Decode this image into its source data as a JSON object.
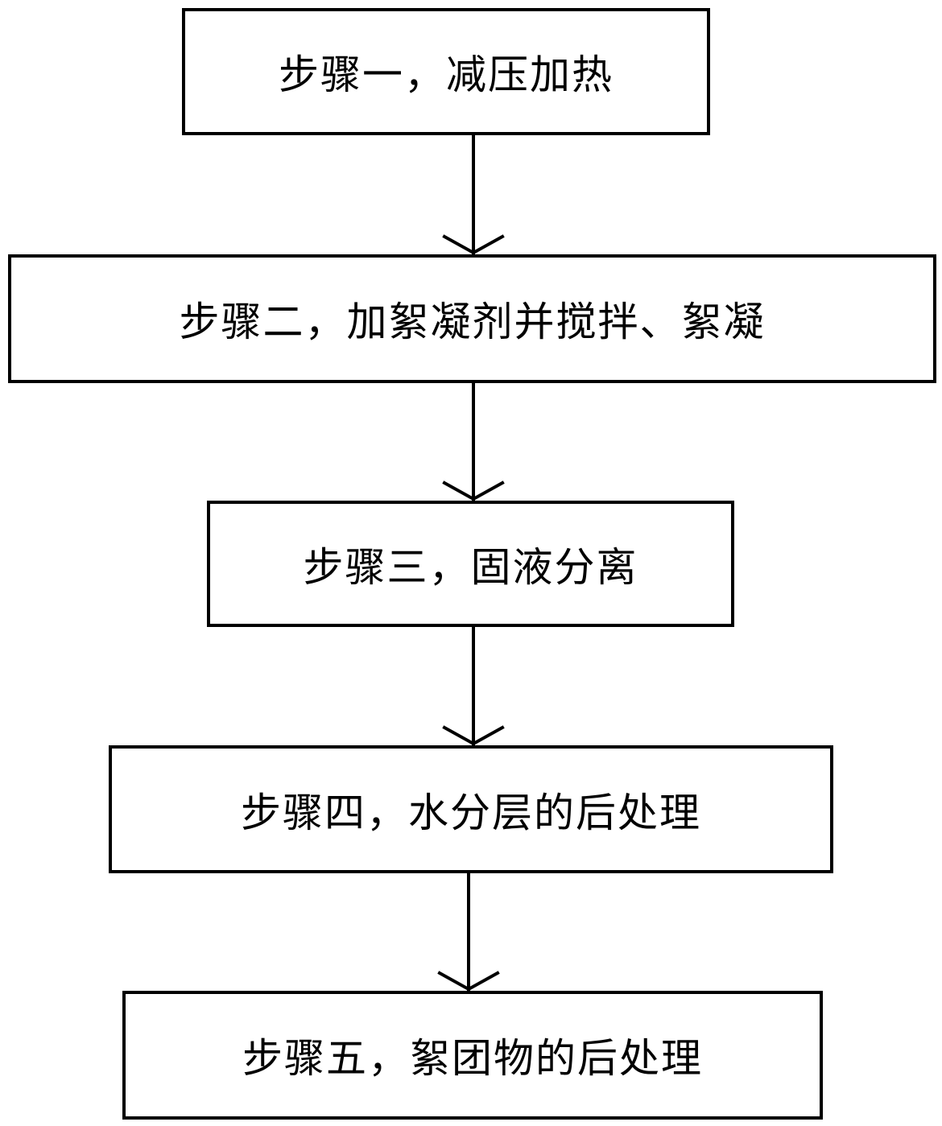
{
  "diagram": {
    "steps": [
      {
        "label": "步骤一，减压加热"
      },
      {
        "label": "步骤二，加絮凝剂并搅拌、絮凝"
      },
      {
        "label": "步骤三，固液分离"
      },
      {
        "label": "步骤四，水分层的后处理"
      },
      {
        "label": "步骤五，絮团物的后处理"
      }
    ]
  }
}
